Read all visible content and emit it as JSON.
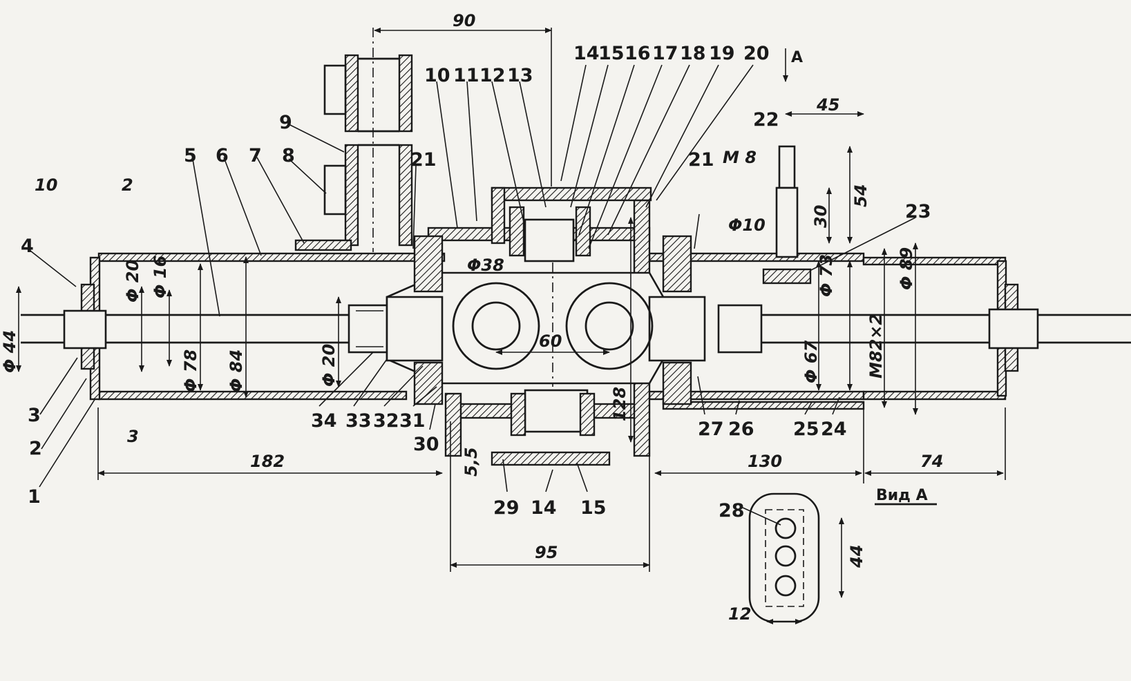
{
  "callouts": {
    "n1": "1",
    "n2": "2",
    "n3": "3",
    "n4": "4",
    "n5": "5",
    "n6": "6",
    "n7": "7",
    "n8": "8",
    "n9": "9",
    "n10": "10",
    "n11": "11",
    "n12": "12",
    "n13": "13",
    "n14": "14",
    "n15": "15",
    "n16": "16",
    "n17": "17",
    "n18": "18",
    "n19": "19",
    "n20": "20",
    "n21": "21",
    "n22": "22",
    "n23": "23",
    "n24": "24",
    "n25": "25",
    "n26": "26",
    "n27": "27",
    "n28": "28",
    "n29": "29",
    "n30": "30",
    "n31": "31",
    "n32": "32",
    "n33": "33",
    "n34": "34"
  },
  "dimensions": {
    "d90": "90",
    "d10": "10",
    "d2": "2",
    "d3": "3",
    "d182": "182",
    "d95": "95",
    "d130": "130",
    "d74": "74",
    "d128": "128",
    "d5_5": "5,5",
    "d60": "60",
    "d45": "45",
    "d54": "54",
    "d30": "30",
    "m8": "M 8",
    "phi10": "Φ10",
    "phi44": "Φ 44",
    "phi20a": "Φ 20",
    "phi16": "Φ 16",
    "phi78": "Φ 78",
    "phi84": "Φ 84",
    "phi20b": "Φ 20",
    "phi38": "Φ38",
    "phi73": "Φ 73",
    "phi67": "Φ 67",
    "m82x2": "M82×2",
    "phi89": "Φ 89",
    "d44": "44",
    "d12": "12"
  },
  "view_labels": {
    "arrow_a": "A",
    "view_a": "Вид  А"
  }
}
